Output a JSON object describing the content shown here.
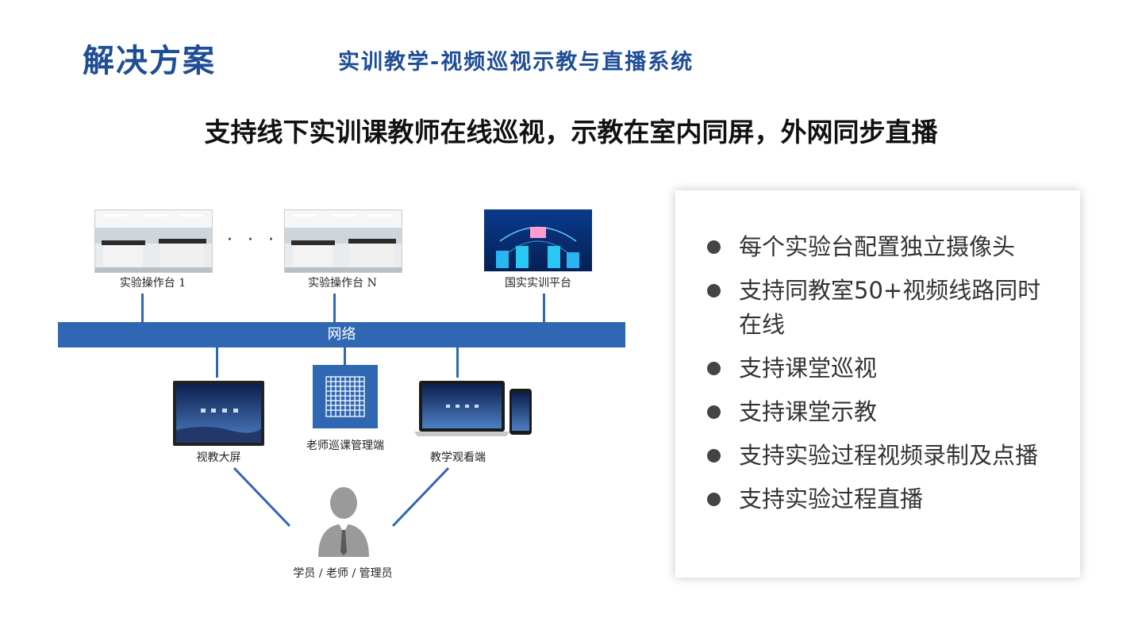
{
  "header": {
    "title": "解决方案",
    "subtitle": "实训教学-视频巡视示教与直播系统"
  },
  "headline": "支持线下实训课教师在线巡视，示教在室内同屏，外网同步直播",
  "diagram": {
    "nodes": {
      "station1": "实验操作台 1",
      "ellipsis": "· · ·",
      "stationN": "实验操作台 N",
      "platform": "国实实训平台",
      "network": "网络",
      "big_screen": "视教大屏",
      "teacher_console": "老师巡课管理端",
      "viewer": "教学观看端",
      "users": "学员 / 老师 / 管理员"
    },
    "accent_color": "#2f67b2"
  },
  "features": [
    "每个实验台配置独立摄像头",
    "支持同教室50+视频线路同时在线",
    "支持课堂巡视",
    "支持课堂示教",
    "支持实验过程视频录制及点播",
    "支持实验过程直播"
  ],
  "colors": {
    "title": "#1f4e96",
    "network": "#2f67b2"
  }
}
